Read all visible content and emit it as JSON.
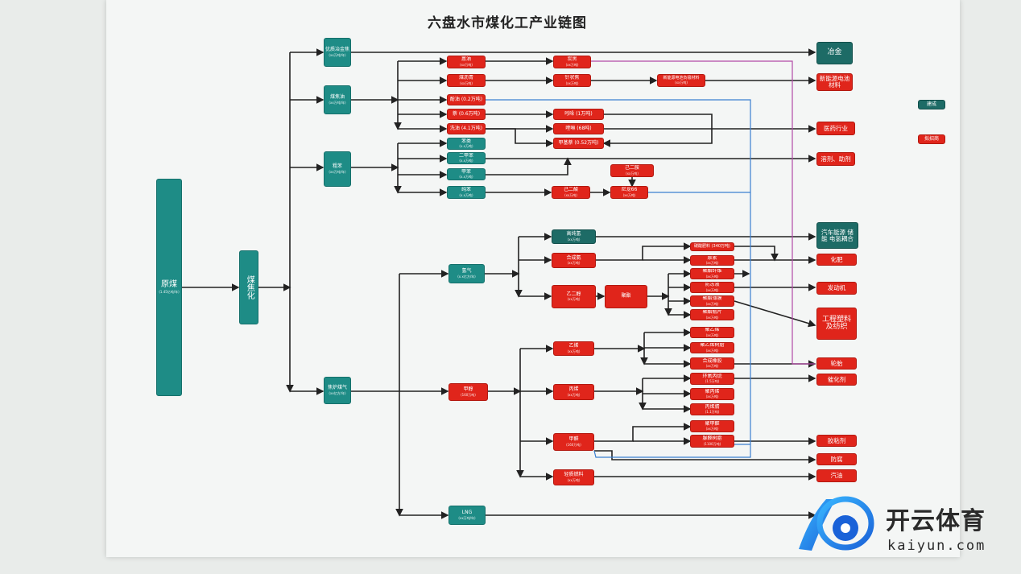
{
  "title": "六盘水市煤化工产业链图",
  "legend": [
    {
      "label": "建成",
      "color": "#1d6b66"
    },
    {
      "label": "拟招商",
      "color": "#e0251b"
    }
  ],
  "nodes": {
    "raw_coal": {
      "label": "原煤",
      "sub": "(1.45亿吨/年)"
    },
    "coking": {
      "label": "煤焦化",
      "sub": ""
    },
    "metal_coke": {
      "label": "优质冶金焦",
      "sub": "(xx万吨/年)"
    },
    "coal_tar": {
      "label": "煤焦油",
      "sub": "(xx万吨/年)"
    },
    "crude_benzene": {
      "label": "粗苯",
      "sub": "(xx万吨/年)"
    },
    "coke_gas": {
      "label": "焦炉煤气",
      "sub": "(xx亿方/年)"
    },
    "wash_oil": {
      "label": "蒽油",
      "sub": "(xx万吨)"
    },
    "coal_pitch": {
      "label": "煤沥青",
      "sub": "(xx万吨)"
    },
    "phenol_oil": {
      "label": "酚油 (0.2万吨)",
      "sub": ""
    },
    "naphthalene": {
      "label": "萘 (0.6万吨)",
      "sub": ""
    },
    "washing_oil": {
      "label": "洗油 (4.1万吨)",
      "sub": ""
    },
    "carbon_black": {
      "label": "炭黑",
      "sub": "(xx万吨)"
    },
    "needle_coke": {
      "label": "针状焦",
      "sub": "(xx万吨)"
    },
    "indole": {
      "label": "吲哚 (1万吨)",
      "sub": ""
    },
    "quinoline": {
      "label": "喹啉 (68吨)",
      "sub": ""
    },
    "methylnaph": {
      "label": "甲基萘 (0.52万吨)",
      "sub": ""
    },
    "anode_mat": {
      "label": "新能源电池负极材料",
      "sub": "(xx万吨)"
    },
    "toluene": {
      "label": "苯类",
      "sub": "(x.x万吨)"
    },
    "xylene": {
      "label": "二甲苯",
      "sub": "(x.x万吨)"
    },
    "benzene_a": {
      "label": "甲苯",
      "sub": "(x.x万吨)"
    },
    "pure_benzene": {
      "label": "纯苯",
      "sub": "(x.x万吨)"
    },
    "adipic": {
      "label": "己二酸",
      "sub": "(xx万吨)"
    },
    "hexanediamine": {
      "label": "己二胺",
      "sub": "(xx万吨)"
    },
    "nylon66": {
      "label": "尼龙66",
      "sub": "(xx万吨)"
    },
    "hydrogen": {
      "label": "氢气",
      "sub": "(x.x亿方/年)"
    },
    "h2_fuel": {
      "label": "高纯氢",
      "sub": "(xx万吨)"
    },
    "syn_ammonia": {
      "label": "合成氨",
      "sub": "(xx万吨)"
    },
    "ethylene_glycol": {
      "label": "乙二醇",
      "sub": "(xx万吨)"
    },
    "polyester": {
      "label": "聚酯",
      "sub": ""
    },
    "methanol": {
      "label": "甲醇",
      "sub": "(160万吨)"
    },
    "lng": {
      "label": "LNG",
      "sub": "(xx万吨/年)"
    },
    "ethylene": {
      "label": "乙烯",
      "sub": "(xx万吨)"
    },
    "propylene": {
      "label": "丙烯",
      "sub": "(xx万吨)"
    },
    "formaldehyde": {
      "label": "甲醛",
      "sub": "(160万吨)"
    },
    "fuel_additive": {
      "label": "轻质燃料",
      "sub": "(xx万吨)"
    },
    "nh_fert": {
      "label": "碳酸肥料 (340万吨)",
      "sub": ""
    },
    "urea": {
      "label": "尿素",
      "sub": "(xx万吨)"
    },
    "pet_fiber": {
      "label": "聚酯纤维",
      "sub": "(xx万吨)"
    },
    "antifreeze": {
      "label": "防冻液",
      "sub": "(xx万吨)"
    },
    "pet_film": {
      "label": "聚酯薄膜",
      "sub": "(xx万吨)"
    },
    "pet_bottle": {
      "label": "聚酯瓶片",
      "sub": "(xx万吨)"
    },
    "pe": {
      "label": "聚乙烯",
      "sub": "(xx万吨)"
    },
    "pvc": {
      "label": "聚乙烯树脂",
      "sub": "(xx万吨)"
    },
    "synth_rubber": {
      "label": "合成橡胶",
      "sub": "(xx万吨)"
    },
    "acrylonitrile": {
      "label": "环氧丙烷",
      "sub": "(1.5万吨)"
    },
    "pp": {
      "label": "聚丙烯",
      "sub": "(xx万吨)"
    },
    "acrylic": {
      "label": "丙烯腈",
      "sub": "(1.1万吨)"
    },
    "pom": {
      "label": "聚甲醛",
      "sub": "(xx万吨)"
    },
    "resin": {
      "label": "脲醛树脂",
      "sub": "(1100万吨)"
    }
  },
  "destinations": {
    "metallurgy": "冶金",
    "battery": "新能源电池材料",
    "medicine": "医药行业",
    "solvent": "溶剂、助剂",
    "auto_energy": "汽车能源 储能 电氢耦合",
    "fertilizer": "化肥",
    "engine": "发动机",
    "eng_plastic": "工程塑料及纺织",
    "tire": "轮胎",
    "catalyst": "催化剂",
    "adhesive": "胶粘剂",
    "anticorrosion": "防腐",
    "gasoline": "汽油"
  },
  "watermark": {
    "name": "开云体育",
    "url": "kaiyun.com"
  }
}
